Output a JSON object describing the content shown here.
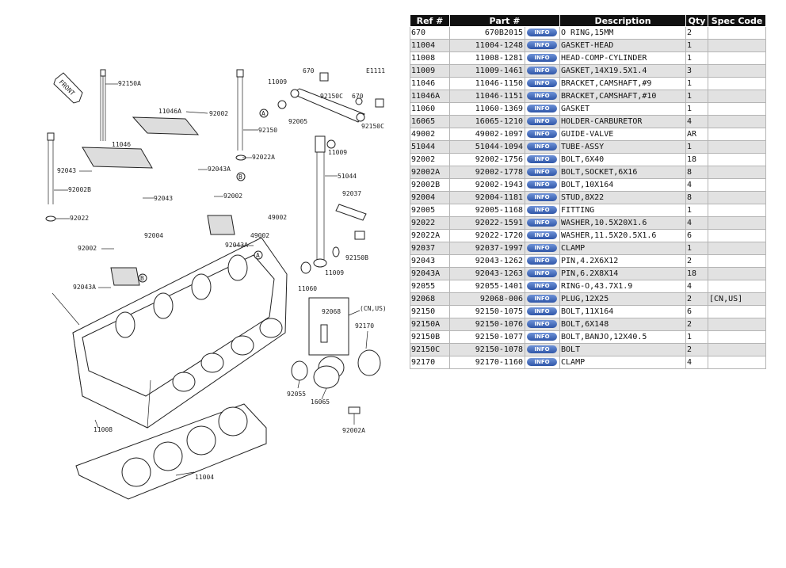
{
  "diagram": {
    "code": "E1111",
    "front_label": "FRONT",
    "callouts": [
      "A",
      "B"
    ],
    "labels": {
      "l92150a": "92150A",
      "l11046a": "11046A",
      "l92002_a": "92002",
      "l92150": "92150",
      "l670_a": "670",
      "l670_b": "670",
      "l11009_a": "11009",
      "l92150c_a": "92150C",
      "l92150c_b": "92150C",
      "l92005": "92005",
      "l11046": "11046",
      "l92022a": "92022A",
      "l11009_b": "11009",
      "l92043_a": "92043",
      "l92043a_a": "92043A",
      "l92002b": "92002B",
      "l92043_b": "92043",
      "l51044": "51044",
      "l92002_b": "92002",
      "l92037": "92037",
      "l92022": "92022",
      "l49002_a": "49002",
      "l92004": "92004",
      "l49002_b": "49002",
      "l92002_c": "92002",
      "l92043a_b": "92043A",
      "l92150b": "92150B",
      "l11060": "11060",
      "l11009_c": "11009",
      "l92043a_c": "92043A",
      "l92068": "92068",
      "lcnus": "(CN,US)",
      "l92170": "92170",
      "l92055": "92055",
      "l16065": "16065",
      "l11008": "11008",
      "l92002a": "92002A",
      "l11004": "11004"
    }
  },
  "table": {
    "headers": [
      "Ref #",
      "Part #",
      "",
      "Description",
      "Qty",
      "Spec Code"
    ],
    "info_label": "INFO",
    "rows": [
      {
        "ref": "670",
        "part": "670B2015",
        "desc": "O RING,15MM",
        "qty": "2",
        "spec": ""
      },
      {
        "ref": "11004",
        "part": "11004-1248",
        "desc": "GASKET-HEAD",
        "qty": "1",
        "spec": ""
      },
      {
        "ref": "11008",
        "part": "11008-1281",
        "desc": "HEAD-COMP-CYLINDER",
        "qty": "1",
        "spec": ""
      },
      {
        "ref": "11009",
        "part": "11009-1461",
        "desc": "GASKET,14X19.5X1.4",
        "qty": "3",
        "spec": ""
      },
      {
        "ref": "11046",
        "part": "11046-1150",
        "desc": "BRACKET,CAMSHAFT,#9",
        "qty": "1",
        "spec": ""
      },
      {
        "ref": "11046A",
        "part": "11046-1151",
        "desc": "BRACKET,CAMSHAFT,#10",
        "qty": "1",
        "spec": ""
      },
      {
        "ref": "11060",
        "part": "11060-1369",
        "desc": "GASKET",
        "qty": "1",
        "spec": ""
      },
      {
        "ref": "16065",
        "part": "16065-1210",
        "desc": "HOLDER-CARBURETOR",
        "qty": "4",
        "spec": ""
      },
      {
        "ref": "49002",
        "part": "49002-1097",
        "desc": "GUIDE-VALVE",
        "qty": "AR",
        "spec": ""
      },
      {
        "ref": "51044",
        "part": "51044-1094",
        "desc": "TUBE-ASSY",
        "qty": "1",
        "spec": ""
      },
      {
        "ref": "92002",
        "part": "92002-1756",
        "desc": "BOLT,6X40",
        "qty": "18",
        "spec": ""
      },
      {
        "ref": "92002A",
        "part": "92002-1778",
        "desc": "BOLT,SOCKET,6X16",
        "qty": "8",
        "spec": ""
      },
      {
        "ref": "92002B",
        "part": "92002-1943",
        "desc": "BOLT,10X164",
        "qty": "4",
        "spec": ""
      },
      {
        "ref": "92004",
        "part": "92004-1181",
        "desc": "STUD,8X22",
        "qty": "8",
        "spec": ""
      },
      {
        "ref": "92005",
        "part": "92005-1168",
        "desc": "FITTING",
        "qty": "1",
        "spec": ""
      },
      {
        "ref": "92022",
        "part": "92022-1591",
        "desc": "WASHER,10.5X20X1.6",
        "qty": "4",
        "spec": ""
      },
      {
        "ref": "92022A",
        "part": "92022-1720",
        "desc": "WASHER,11.5X20.5X1.6",
        "qty": "6",
        "spec": ""
      },
      {
        "ref": "92037",
        "part": "92037-1997",
        "desc": "CLAMP",
        "qty": "1",
        "spec": ""
      },
      {
        "ref": "92043",
        "part": "92043-1262",
        "desc": "PIN,4.2X6X12",
        "qty": "2",
        "spec": ""
      },
      {
        "ref": "92043A",
        "part": "92043-1263",
        "desc": "PIN,6.2X8X14",
        "qty": "18",
        "spec": ""
      },
      {
        "ref": "92055",
        "part": "92055-1401",
        "desc": "RING-O,43.7X1.9",
        "qty": "4",
        "spec": ""
      },
      {
        "ref": "92068",
        "part": "92068-006",
        "desc": "PLUG,12X25",
        "qty": "2",
        "spec": "[CN,US]"
      },
      {
        "ref": "92150",
        "part": "92150-1075",
        "desc": "BOLT,11X164",
        "qty": "6",
        "spec": ""
      },
      {
        "ref": "92150A",
        "part": "92150-1076",
        "desc": "BOLT,6X148",
        "qty": "2",
        "spec": ""
      },
      {
        "ref": "92150B",
        "part": "92150-1077",
        "desc": "BOLT,BANJO,12X40.5",
        "qty": "1",
        "spec": ""
      },
      {
        "ref": "92150C",
        "part": "92150-1078",
        "desc": "BOLT",
        "qty": "2",
        "spec": ""
      },
      {
        "ref": "92170",
        "part": "92170-1160",
        "desc": "CLAMP",
        "qty": "4",
        "spec": ""
      }
    ]
  }
}
